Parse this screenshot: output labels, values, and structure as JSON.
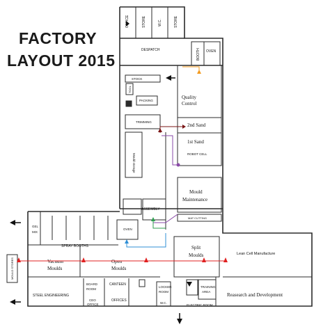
{
  "title": {
    "line1": "FACTORY",
    "line2": "LAYOUT 2015"
  },
  "rooms": {
    "office_top": "OFFICE",
    "store": "STORE",
    "wc_top": "W.C.",
    "store2": "STORE",
    "booth": "BOOTH",
    "oven_top": "OVEN",
    "despatch": "DESPATCH",
    "stock": "STOCK",
    "tool": "TOOL",
    "packing": "PACKING",
    "quality_control_1": "Quality",
    "quality_control_2": "Control",
    "trimming": "TRIMMING",
    "second_sand": "2nd Sand",
    "first_sand": "1st Sand",
    "robot_cell": "ROBOT CELL",
    "mould_storage": "Mould storage",
    "mould_maintenance_1": "Mould",
    "mould_maintenance_2": "Maintenance",
    "assembly": "ASSEMBLY",
    "mat_cutting": "MAT CUTTING",
    "gel_mix_1": "GEL",
    "gel_mix_2": "MIX",
    "oven_mid": "OVEN",
    "spray_booths": "SPRAY BOOTHS",
    "vacuum_moulds_1": "Vacuum",
    "vacuum_moulds_2": "Moulds",
    "open_moulds_1": "Open",
    "open_moulds_2": "Moulds",
    "split_moulds_1": "Split",
    "split_moulds_2": "Moulds",
    "lean_cell": "Lean Cell Manufacture",
    "mould_stores": "MOULD STORES",
    "board_room_1": "BOARD",
    "board_room_2": "ROOM",
    "canteen": "CANTEEN",
    "locker_room_1": "LOCKER",
    "locker_room_2": "ROOM",
    "training_area_1": "TRAINING",
    "training_area_2": "AREA",
    "steel_engineering": "STEEL ENGINEERING",
    "ceo_office_1": "CEO",
    "ceo_office_2": "OFFICE",
    "offices": "OFFICES",
    "wc_bottom": "W.C.",
    "electric_room": "ELECTRIC ROOM",
    "research_development": "Reasearch and Development"
  },
  "colors": {
    "wall": "#2b2b2b",
    "flow_orange": "#f39a1e",
    "flow_darkred": "#7a1616",
    "flow_purple": "#8a4aa8",
    "flow_green": "#2f9e4f",
    "flow_blue": "#2f8fd6",
    "flow_red": "#e02020",
    "arrow_black": "#111111"
  }
}
